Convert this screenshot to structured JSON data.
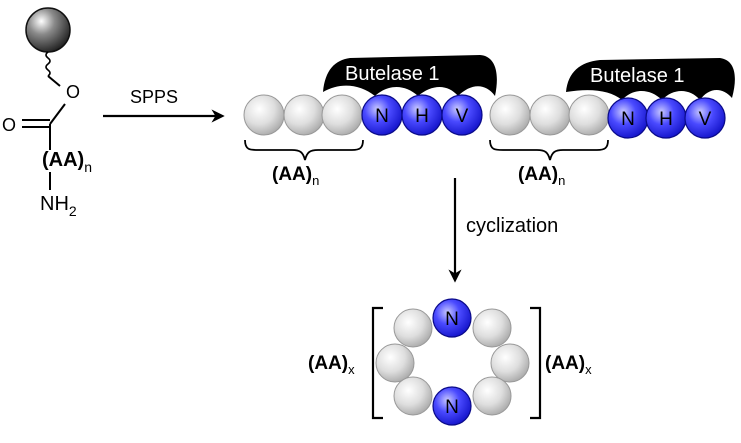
{
  "resin": {
    "oxygen": "O",
    "carbonyl_oxygen": "O",
    "repeat_label": "(AA)",
    "repeat_subscript": "n",
    "amine_label": "NH",
    "amine_subscript": "2"
  },
  "step1": {
    "label": "SPPS"
  },
  "peptide": {
    "enzyme_label_1": "Butelase 1",
    "enzyme_label_2": "Butelase 1",
    "motif_1": [
      "N",
      "H",
      "V"
    ],
    "motif_2": [
      "N",
      "H",
      "V"
    ],
    "repeat_label_1": "(AA)",
    "repeat_sub_1": "n",
    "repeat_label_2": "(AA)",
    "repeat_sub_2": "n"
  },
  "step2": {
    "label": "cyclization"
  },
  "cyclic_product": {
    "top_residue": "N",
    "bottom_residue": "N",
    "left_label": "(AA)",
    "left_sub": "x",
    "right_label": "(AA)",
    "right_sub": "x"
  },
  "colors": {
    "blue_residue": "#2323e0",
    "grey_residue": "#d0d0d0",
    "enzyme": "#000000"
  }
}
